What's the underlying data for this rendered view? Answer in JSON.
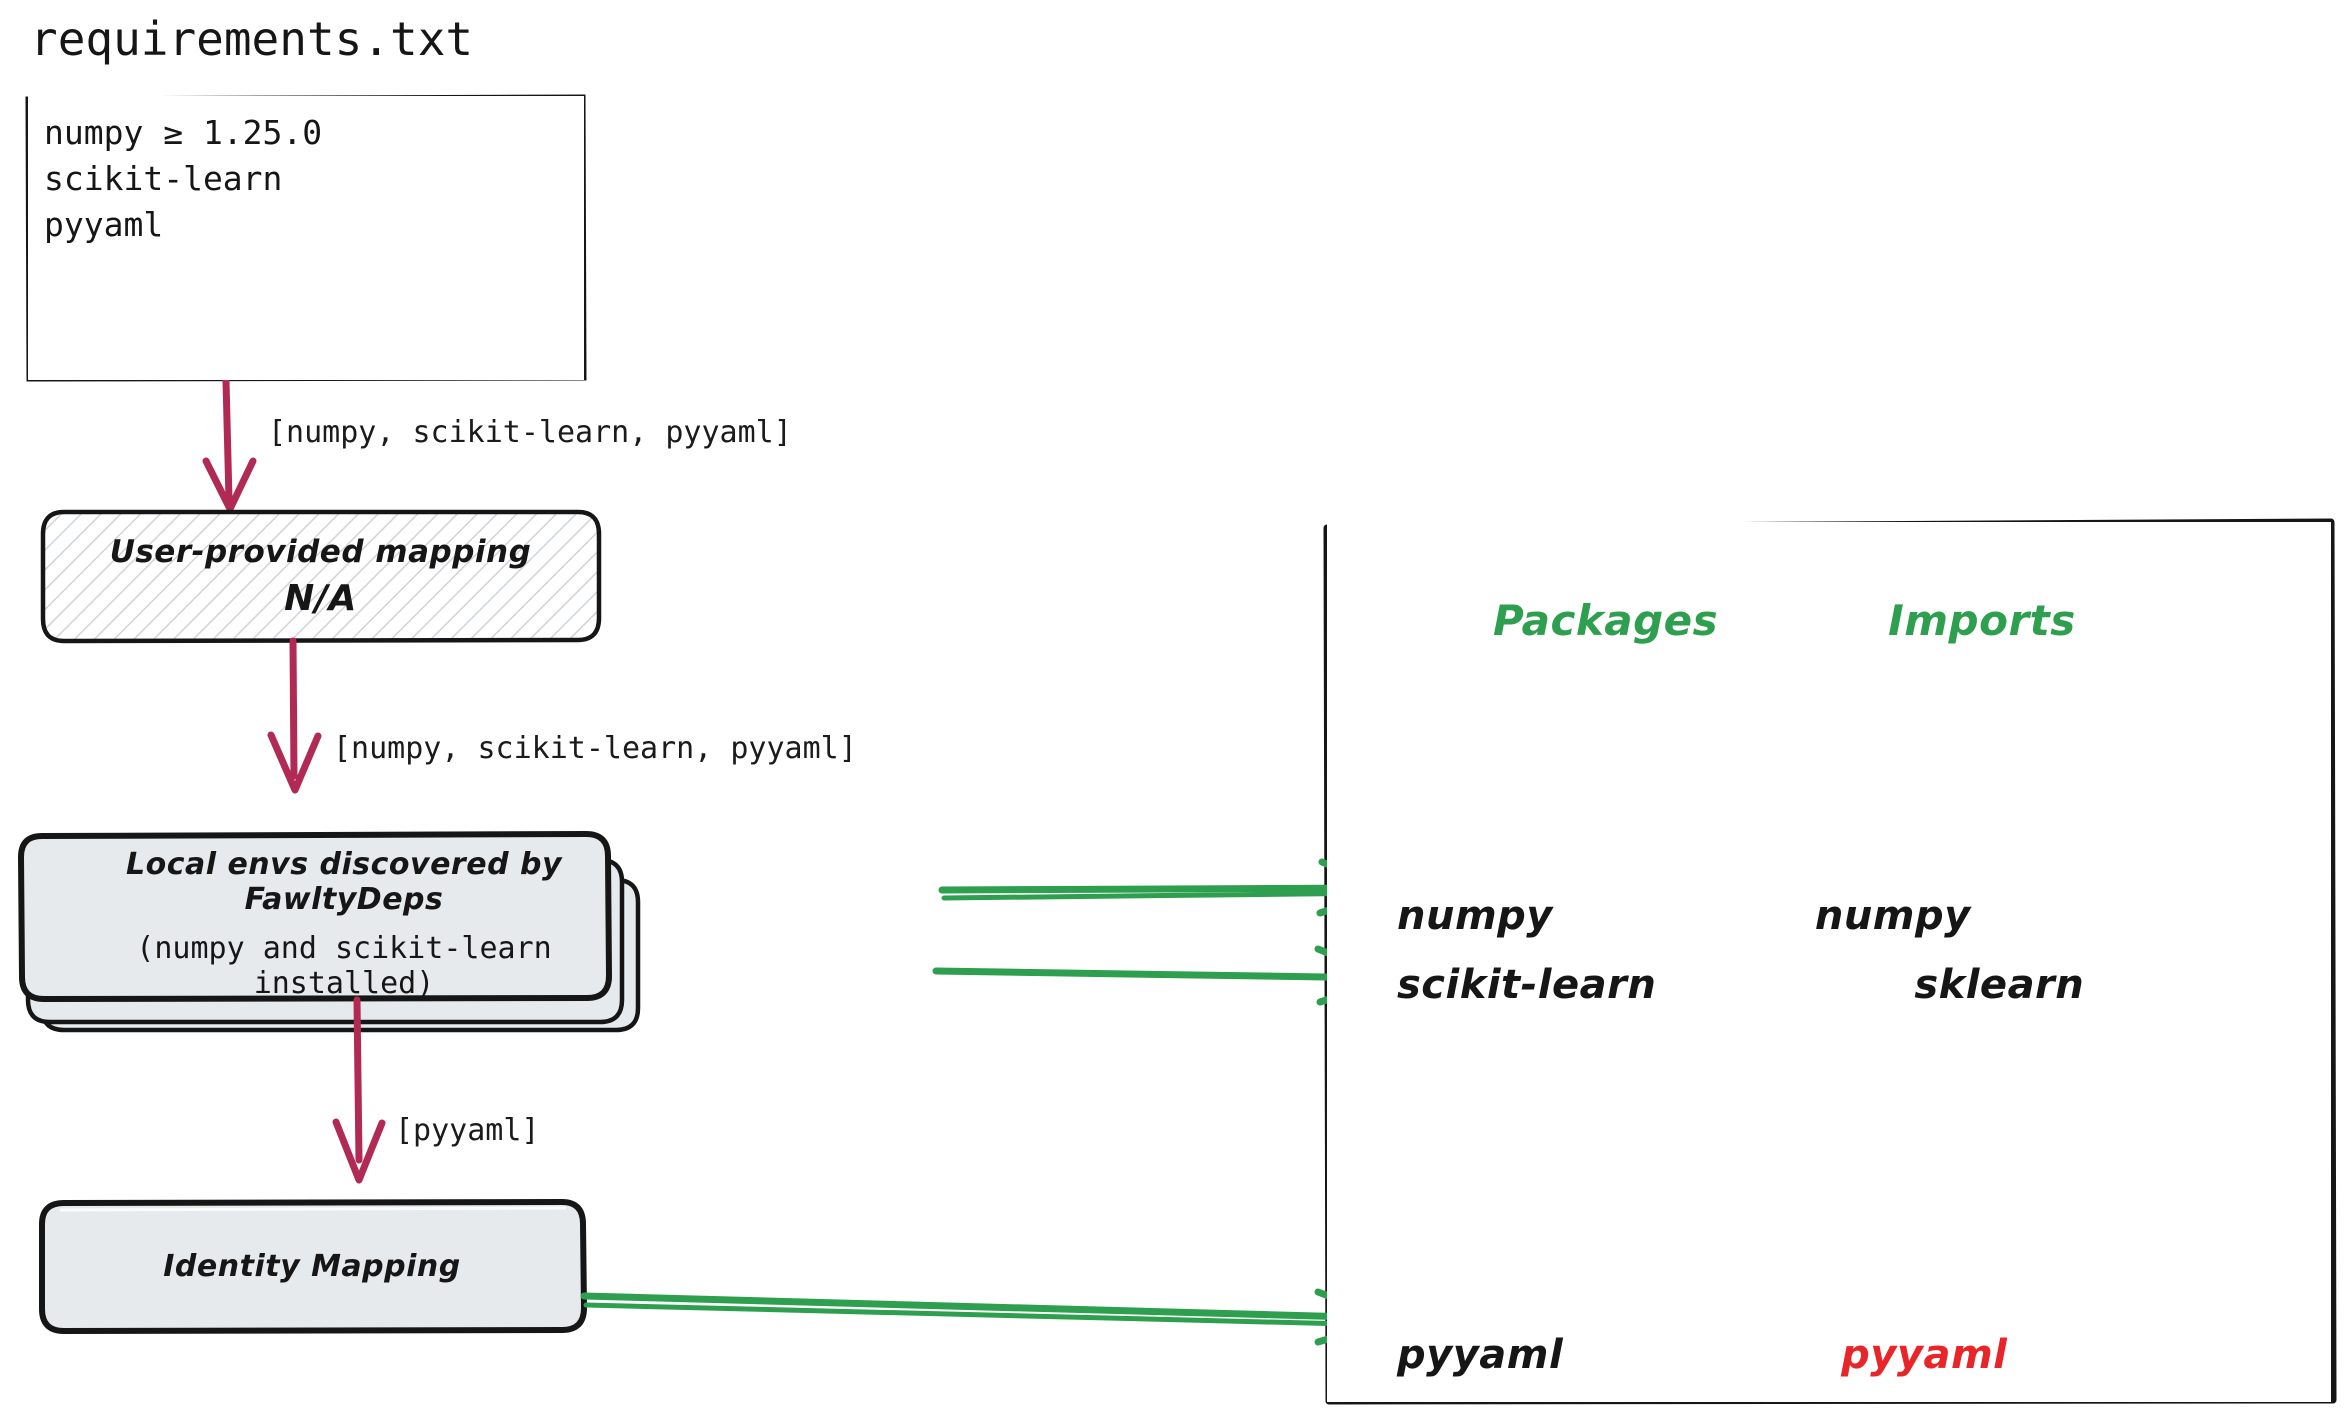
{
  "diagram": {
    "title": "requirements.txt",
    "requirements_file": {
      "name": "requirements.txt",
      "lines": "numpy ≥ 1.25.0\nscikit-learn\npyyaml"
    },
    "nodes": {
      "user_mapping": {
        "line1": "User-provided mapping",
        "line2": "N/A"
      },
      "local_envs": {
        "line1": "Local envs discovered by FawltyDeps",
        "line2": "(numpy and scikit-learn installed)"
      },
      "identity_mapping": {
        "label": "Identity Mapping"
      }
    },
    "edges": [
      {
        "label": "[numpy, scikit-learn, pyyaml]",
        "from": "requirements.txt",
        "to": "User-provided mapping"
      },
      {
        "label": "[numpy, scikit-learn, pyyaml]",
        "from": "User-provided mapping",
        "to": "Local envs discovered by FawltyDeps"
      },
      {
        "label": "[pyyaml]",
        "from": "Local envs discovered by FawltyDeps",
        "to": "Identity Mapping"
      }
    ],
    "panel": {
      "header_left": "Packages",
      "header_right": "Imports",
      "mappings": [
        {
          "package": "numpy",
          "import": "numpy",
          "missing": false
        },
        {
          "package": "scikit-learn",
          "import": "sklearn",
          "missing": false
        },
        {
          "package": "pyyaml",
          "import": "pyyaml",
          "missing": true
        }
      ]
    },
    "colors": {
      "flow_arrow": "#b02a54",
      "resolve_arrow": "#2e9e4f",
      "header_green": "#2e9e4f",
      "missing_red": "#e8262a",
      "node_fill": "#e7eaed",
      "stroke": "#161616"
    }
  }
}
